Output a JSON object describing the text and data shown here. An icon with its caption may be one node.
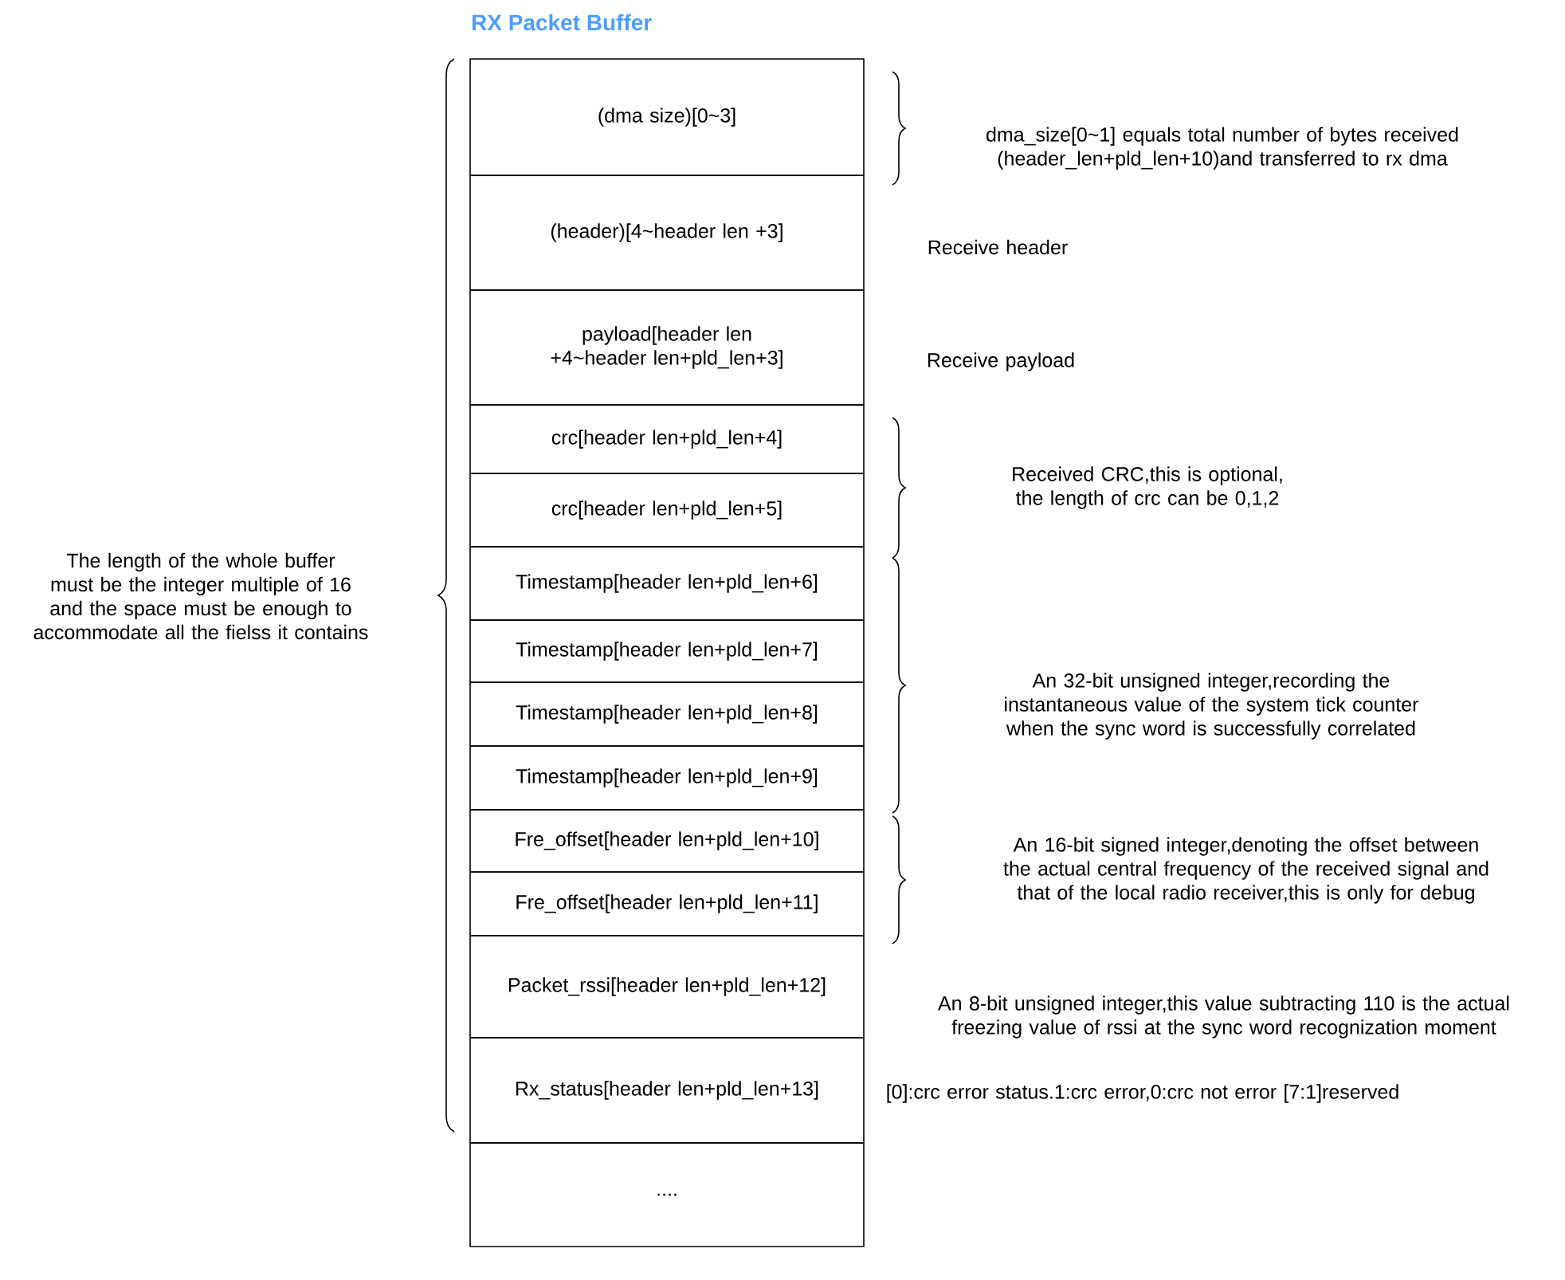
{
  "diagram": {
    "title": "RX Packet Buffer",
    "nodes": [
      {
        "text": [
          "(dma size)[0~3]"
        ]
      },
      {
        "text": [
          "(header)[4~header len +3]"
        ]
      },
      {
        "text": [
          "payload[header len +4~header len+pld_len+3]"
        ]
      },
      {
        "text": [
          "crc[header len+pld_len+4]"
        ]
      },
      {
        "text": [
          "crc[header len+pld_len+5]"
        ]
      },
      {
        "text": [
          "Timestamp[header len+pld_len+6]"
        ]
      },
      {
        "text": [
          "Timestamp[header len+pld_len+7]"
        ]
      },
      {
        "text": [
          "Timestamp[header len+pld_len+8]"
        ]
      },
      {
        "text": [
          "Timestamp[header len+pld_len+9]"
        ]
      },
      {
        "text": [
          "Fre_offset[header len+pld_len+10]"
        ]
      },
      {
        "text": [
          "Fre_offset[header len+pld_len+11]"
        ]
      },
      {
        "text": [
          "Packet_rssi[header len+pld_len+12]"
        ]
      },
      {
        "text": [
          "Rx_status[header len+pld_len+13]"
        ]
      },
      {
        "text": [
          "...."
        ]
      }
    ],
    "labels": [
      "The length of the whole buffer must be the integer multiple of 16 and the space must be enough to accommodate all the fielss it contains",
      "dma_size[0~1] equals total number of bytes received (header_len+pld_len+10)and transferred to rx dma",
      "Receive header",
      "Receive payload",
      "Received CRC,this is optional, the length of crc can be 0,1,2",
      "An 32-bit unsigned integer,recording the instantaneous value of the system tick counter when the sync word is successfully correlated",
      "An 16-bit signed integer,denoting the offset between the actual central frequency of the received signal and that of the local radio receiver,this is only for debug",
      "An 8-bit unsigned integer,this value subtracting 110 is the actual freezing value of rssi at the sync word recognization moment",
      "[0]:crc error status.1:crc error,0:crc not error [7:1]reserved"
    ]
  }
}
